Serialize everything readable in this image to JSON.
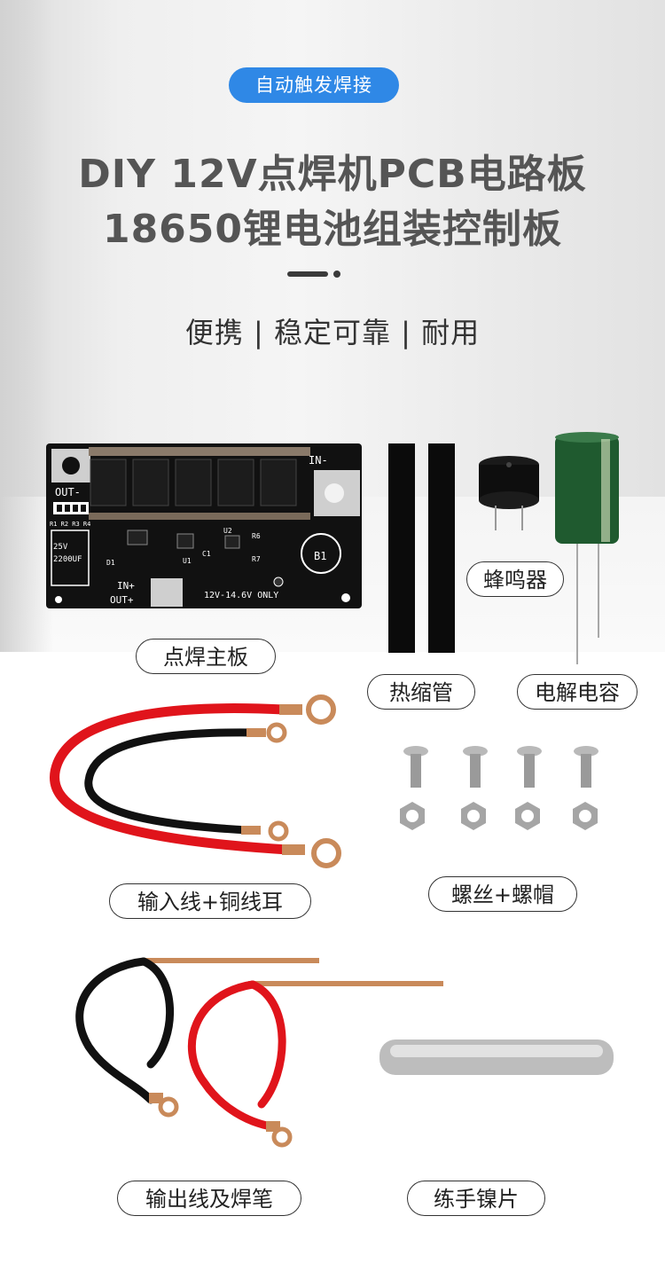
{
  "header": {
    "badge": "自动触发焊接",
    "title_line1": "DIY 12V点焊机PCB电路板",
    "title_line2": "18650锂电池组装控制板",
    "subtitle": "便携 | 稳定可靠 | 耐用"
  },
  "pcb": {
    "out_minus": "OUT-",
    "in_minus": "IN-",
    "in_plus": "IN+",
    "out_plus": "OUT+",
    "resistors": "R1 R2 R3 R4",
    "cap_rating1": "25V",
    "cap_rating2": "2200UF",
    "d1": "D1",
    "u1": "U1",
    "c1": "C1",
    "u2": "U2",
    "r6": "R6",
    "r7": "R7",
    "b1": "B1",
    "voltage": "12V-14.6V ONLY"
  },
  "labels": {
    "main_board": "点焊主板",
    "buzzer": "蜂鸣器",
    "heat_shrink": "热缩管",
    "capacitor": "电解电容",
    "input_cable": "输入线+铜线耳",
    "screws": "螺丝+螺帽",
    "output_cable": "输出线及焊笔",
    "nickel": "练手镍片"
  },
  "colors": {
    "badge": "#2f88e6",
    "title": "#555555",
    "pcb": "#111111",
    "wire_red": "#e0141b",
    "wire_black": "#111111",
    "copper": "#c98a5a",
    "capacitor": "#1f5a2f"
  }
}
